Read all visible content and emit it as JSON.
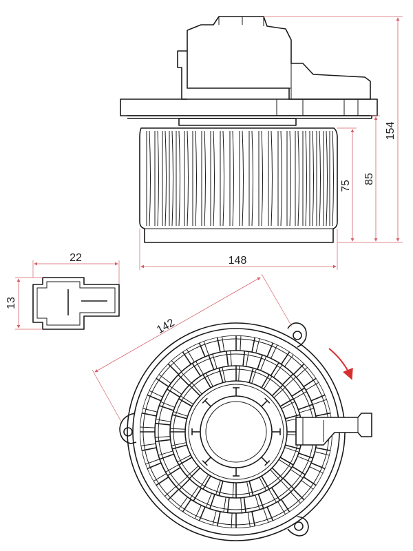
{
  "dimensions": {
    "total_height": "154",
    "body_height": "85",
    "wheel_height": "75",
    "wheel_diameter": "148",
    "connector_width": "22",
    "connector_height": "13",
    "mount_span": "142"
  },
  "colors": {
    "line": "#1a1a1a",
    "dimension": "#d4606a",
    "rotation_arrow": "#d62f2f"
  }
}
